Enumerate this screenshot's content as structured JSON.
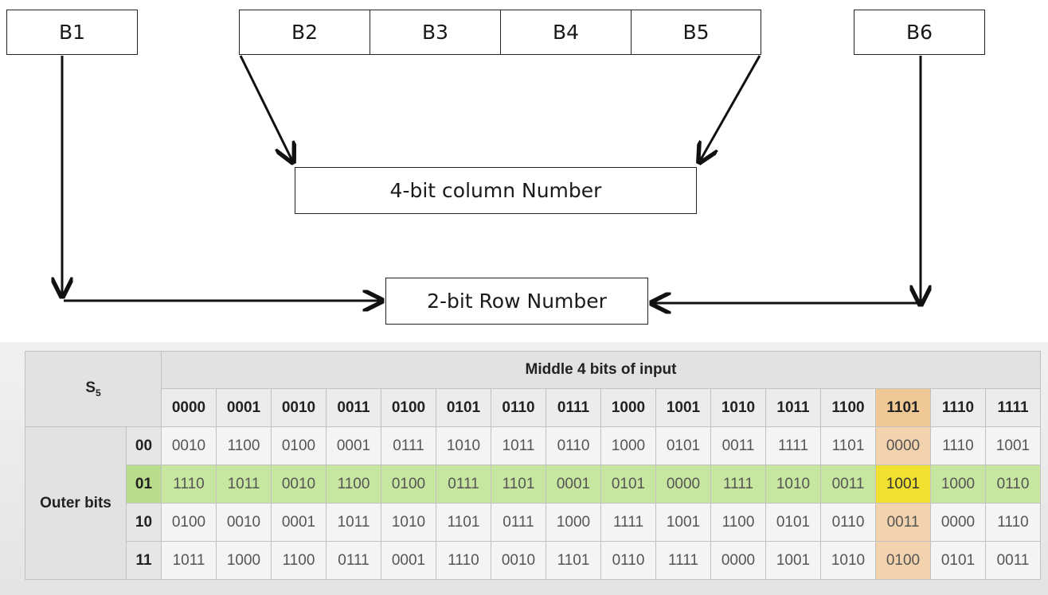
{
  "bits": {
    "b1": "B1",
    "b2": "B2",
    "b3": "B3",
    "b4": "B4",
    "b5": "B5",
    "b6": "B6"
  },
  "column_label": "4-bit column Number",
  "row_label": "2-bit Row Number",
  "table": {
    "corner": "S",
    "corner_sub": "5",
    "title": "Middle 4 bits of input",
    "outer_label": "Outer bits",
    "columns": [
      "0000",
      "0001",
      "0010",
      "0011",
      "0100",
      "0101",
      "0110",
      "0111",
      "1000",
      "1001",
      "1010",
      "1011",
      "1100",
      "1101",
      "1110",
      "1111"
    ],
    "rows": [
      {
        "label": "00",
        "cells": [
          "0010",
          "1100",
          "0100",
          "0001",
          "0111",
          "1010",
          "1011",
          "0110",
          "1000",
          "0101",
          "0011",
          "1111",
          "1101",
          "0000",
          "1110",
          "1001"
        ]
      },
      {
        "label": "01",
        "cells": [
          "1110",
          "1011",
          "0010",
          "1100",
          "0100",
          "0111",
          "1101",
          "0001",
          "0101",
          "0000",
          "1111",
          "1010",
          "0011",
          "1001",
          "1000",
          "0110"
        ]
      },
      {
        "label": "10",
        "cells": [
          "0100",
          "0010",
          "0001",
          "1011",
          "1010",
          "1101",
          "0111",
          "1000",
          "1111",
          "1001",
          "1100",
          "0101",
          "0110",
          "0011",
          "0000",
          "1110"
        ]
      },
      {
        "label": "11",
        "cells": [
          "1011",
          "1000",
          "1100",
          "0111",
          "0001",
          "1110",
          "0010",
          "1101",
          "0110",
          "1111",
          "0000",
          "1001",
          "1010",
          "0100",
          "0101",
          "0011"
        ]
      }
    ],
    "highlight_row": "01",
    "highlight_col": "1101",
    "colors": {
      "row_highlight": "#c7e6a0",
      "col_highlight": "#f2d3ad",
      "intersection": "#f1e12e"
    }
  }
}
